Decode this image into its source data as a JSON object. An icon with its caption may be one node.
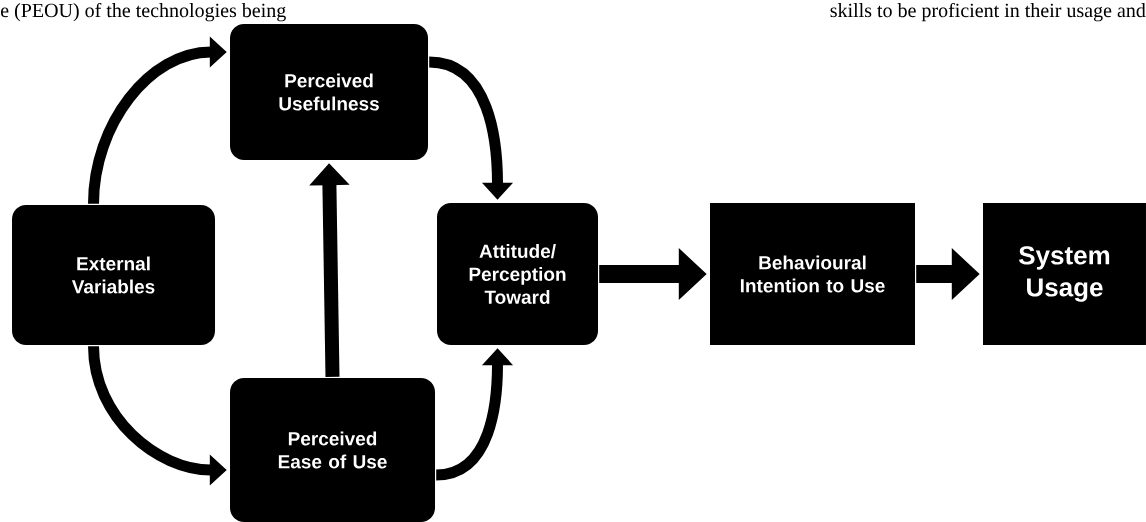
{
  "diagram": {
    "nodes": [
      {
        "text": [
          "External Variables"
        ]
      },
      {
        "text": [
          "Perceived Usefulness"
        ]
      },
      {
        "text": [
          "Perceived Ease of Use"
        ]
      },
      {
        "text": [
          "Attitude/ Perception Toward"
        ]
      },
      {
        "text": [
          "Behavioural Intention to Use"
        ]
      },
      {
        "text": [
          "System Usage"
        ]
      }
    ],
    "edges": [
      {
        "from": 0,
        "to": 1,
        "arrow": "to"
      },
      {
        "from": 0,
        "to": 2,
        "arrow": "to"
      },
      {
        "from": 2,
        "to": 1,
        "arrow": "to"
      },
      {
        "from": 1,
        "to": 3,
        "arrow": "to"
      },
      {
        "from": 2,
        "to": 3,
        "arrow": "to"
      },
      {
        "from": 3,
        "to": 4,
        "arrow": "to"
      },
      {
        "from": 4,
        "to": 5,
        "arrow": "to"
      }
    ],
    "labels": [
      "e (PEOU) of the technologies being",
      "skills to be proficient in their usage and"
    ]
  }
}
